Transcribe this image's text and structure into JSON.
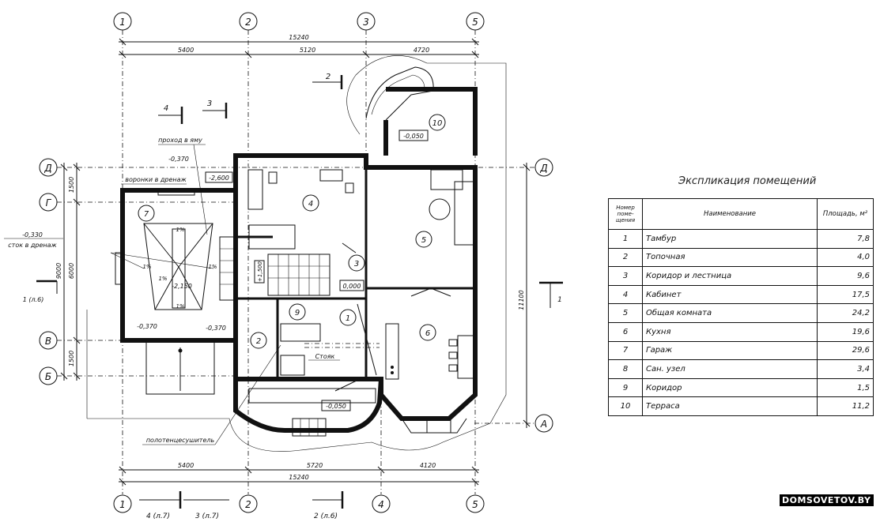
{
  "axes": {
    "columns": [
      "1",
      "2",
      "3",
      "5"
    ],
    "bottom_columns": [
      "1",
      "2",
      "4",
      "5"
    ],
    "rows": [
      "Д",
      "Г",
      "В",
      "Б"
    ],
    "right_rows": [
      "Д",
      "А"
    ]
  },
  "dimensions": {
    "top_total": "15240",
    "top_1": "5400",
    "top_2": "5120",
    "top_3": "4720",
    "bottom_1": "5400",
    "bottom_2": "5720",
    "bottom_3": "4120",
    "bottom_total": "15240",
    "left_1": "1500",
    "left_2": "6000",
    "left_3": "1500",
    "left_total": "9000",
    "right_total": "11100"
  },
  "sections": {
    "s2_top": "2",
    "s4_top": "4",
    "s3_top": "3",
    "s1_left": "1 (л.6)",
    "s1_right": "1",
    "s4_bottom": "4 (л.7)",
    "s3_bottom": "3 (л.7)",
    "s2_bottom": "2 (л.6)"
  },
  "room_numbers": [
    "1",
    "2",
    "3",
    "4",
    "5",
    "6",
    "7",
    "9",
    "10"
  ],
  "levels": {
    "terrace": "-0,050",
    "garage_top": "-0,370",
    "garage_pit": "-2,600",
    "garage_center": "-2,150",
    "garage_bottom_left": "-0,370",
    "garage_bottom_right": "-0,370",
    "drain": "-0,330",
    "stair": "+1,500",
    "hall": "0,000",
    "entrance": "-0,050"
  },
  "slopes": [
    "1%",
    "1%",
    "1%",
    "1%",
    "1%"
  ],
  "annotations": {
    "pit_passage": "проход в яму",
    "funnels": "воронки в дренаж",
    "drain_note": "сток в дренаж",
    "riser": "Стояк",
    "towel_dryer": "полотенцесушитель"
  },
  "explication": {
    "title": "Экспликация помещений",
    "headers": [
      "Номер поме-щения",
      "Наименование",
      "Площадь, м²"
    ],
    "rows": [
      {
        "num": "1",
        "name": "Тамбур",
        "area": "7,8"
      },
      {
        "num": "2",
        "name": "Топочная",
        "area": "4,0"
      },
      {
        "num": "3",
        "name": "Коридор и лестница",
        "area": "9,6"
      },
      {
        "num": "4",
        "name": "Кабинет",
        "area": "17,5"
      },
      {
        "num": "5",
        "name": "Общая комната",
        "area": "24,2"
      },
      {
        "num": "6",
        "name": "Кухня",
        "area": "19,6"
      },
      {
        "num": "7",
        "name": "Гараж",
        "area": "29,6"
      },
      {
        "num": "8",
        "name": "Сан. узел",
        "area": "3,4"
      },
      {
        "num": "9",
        "name": "Коридор",
        "area": "1,5"
      },
      {
        "num": "10",
        "name": "Терраса",
        "area": "11,2"
      }
    ]
  },
  "watermark": "DOMSOVETOV.BY"
}
